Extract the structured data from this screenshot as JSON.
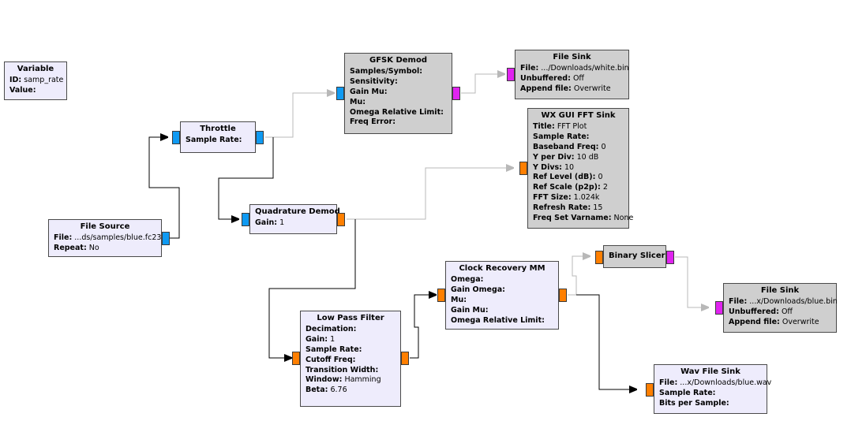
{
  "colors": {
    "block_enabled": "#eeecfc",
    "block_disabled": "#cfcfcf",
    "port_complex": "#0f9af2",
    "port_float": "#ff7f00",
    "port_byte": "#e023f0",
    "connection_enabled": "#000000",
    "connection_disabled": "#b8b8b8"
  },
  "blocks": {
    "variable": {
      "title": "Variable",
      "params": [
        {
          "key": "ID:",
          "value": "samp_rate"
        },
        {
          "key": "Value:",
          "value": ""
        }
      ]
    },
    "throttle": {
      "title": "Throttle",
      "params": [
        {
          "key": "Sample Rate:",
          "value": ""
        }
      ]
    },
    "gfsk_demod": {
      "title": "GFSK Demod",
      "params": [
        {
          "key": "Samples/Symbol:",
          "value": ""
        },
        {
          "key": "Sensitivity:",
          "value": ""
        },
        {
          "key": "Gain Mu:",
          "value": ""
        },
        {
          "key": "Mu:",
          "value": ""
        },
        {
          "key": "Omega Relative Limit:",
          "value": ""
        },
        {
          "key": "Freq Error:",
          "value": ""
        }
      ]
    },
    "file_sink_white": {
      "title": "File Sink",
      "params": [
        {
          "key": "File:",
          "value": ".../Downloads/white.bin"
        },
        {
          "key": "Unbuffered:",
          "value": "Off"
        },
        {
          "key": "Append file:",
          "value": "Overwrite"
        }
      ]
    },
    "wx_fft_sink": {
      "title": "WX GUI FFT Sink",
      "params": [
        {
          "key": "Title:",
          "value": "FFT Plot"
        },
        {
          "key": "Sample Rate:",
          "value": ""
        },
        {
          "key": "Baseband Freq:",
          "value": "0"
        },
        {
          "key": "Y per Div:",
          "value": "10 dB"
        },
        {
          "key": "Y Divs:",
          "value": "10"
        },
        {
          "key": "Ref Level (dB):",
          "value": "0"
        },
        {
          "key": "Ref Scale (p2p):",
          "value": "2"
        },
        {
          "key": "FFT Size:",
          "value": "1.024k"
        },
        {
          "key": "Refresh Rate:",
          "value": "15"
        },
        {
          "key": "Freq Set Varname:",
          "value": "None"
        }
      ]
    },
    "file_source": {
      "title": "File Source",
      "params": [
        {
          "key": "File:",
          "value": "...ds/samples/blue.fc23"
        },
        {
          "key": "Repeat:",
          "value": "No"
        }
      ]
    },
    "quadrature_demod": {
      "title": "Quadrature Demod",
      "params": [
        {
          "key": "Gain:",
          "value": "1"
        }
      ]
    },
    "clock_recovery": {
      "title": "Clock Recovery MM",
      "params": [
        {
          "key": "Omega:",
          "value": ""
        },
        {
          "key": "Gain Omega:",
          "value": ""
        },
        {
          "key": "Mu:",
          "value": ""
        },
        {
          "key": "Gain Mu:",
          "value": ""
        },
        {
          "key": "Omega Relative Limit:",
          "value": ""
        }
      ]
    },
    "binary_slicer": {
      "title": "Binary Slicer",
      "params": []
    },
    "file_sink_blue": {
      "title": "File Sink",
      "params": [
        {
          "key": "File:",
          "value": "...x/Downloads/blue.bin"
        },
        {
          "key": "Unbuffered:",
          "value": "Off"
        },
        {
          "key": "Append file:",
          "value": "Overwrite"
        }
      ]
    },
    "low_pass_filter": {
      "title": "Low Pass Filter",
      "params": [
        {
          "key": "Decimation:",
          "value": ""
        },
        {
          "key": "Gain:",
          "value": "1"
        },
        {
          "key": "Sample Rate:",
          "value": ""
        },
        {
          "key": "Cutoff Freq:",
          "value": ""
        },
        {
          "key": "Transition Width:",
          "value": ""
        },
        {
          "key": "Window:",
          "value": "Hamming"
        },
        {
          "key": "Beta:",
          "value": "6.76"
        }
      ]
    },
    "wav_file_sink": {
      "title": "Wav File Sink",
      "params": [
        {
          "key": "File:",
          "value": "...x/Downloads/blue.wav"
        },
        {
          "key": "Sample Rate:",
          "value": ""
        },
        {
          "key": "Bits per Sample:",
          "value": ""
        }
      ]
    }
  },
  "connections": [
    {
      "from": "file_source",
      "to": "throttle",
      "enabled": true
    },
    {
      "from": "throttle",
      "to": "gfsk_demod",
      "enabled": false
    },
    {
      "from": "throttle",
      "to": "quadrature_demod",
      "enabled": true
    },
    {
      "from": "gfsk_demod",
      "to": "file_sink_white",
      "enabled": false
    },
    {
      "from": "quadrature_demod",
      "to": "wx_fft_sink",
      "enabled": false
    },
    {
      "from": "quadrature_demod",
      "to": "low_pass_filter",
      "enabled": true
    },
    {
      "from": "low_pass_filter",
      "to": "clock_recovery",
      "enabled": true
    },
    {
      "from": "clock_recovery",
      "to": "binary_slicer",
      "enabled": false
    },
    {
      "from": "clock_recovery",
      "to": "wav_file_sink",
      "enabled": true
    },
    {
      "from": "binary_slicer",
      "to": "file_sink_blue",
      "enabled": false
    }
  ]
}
